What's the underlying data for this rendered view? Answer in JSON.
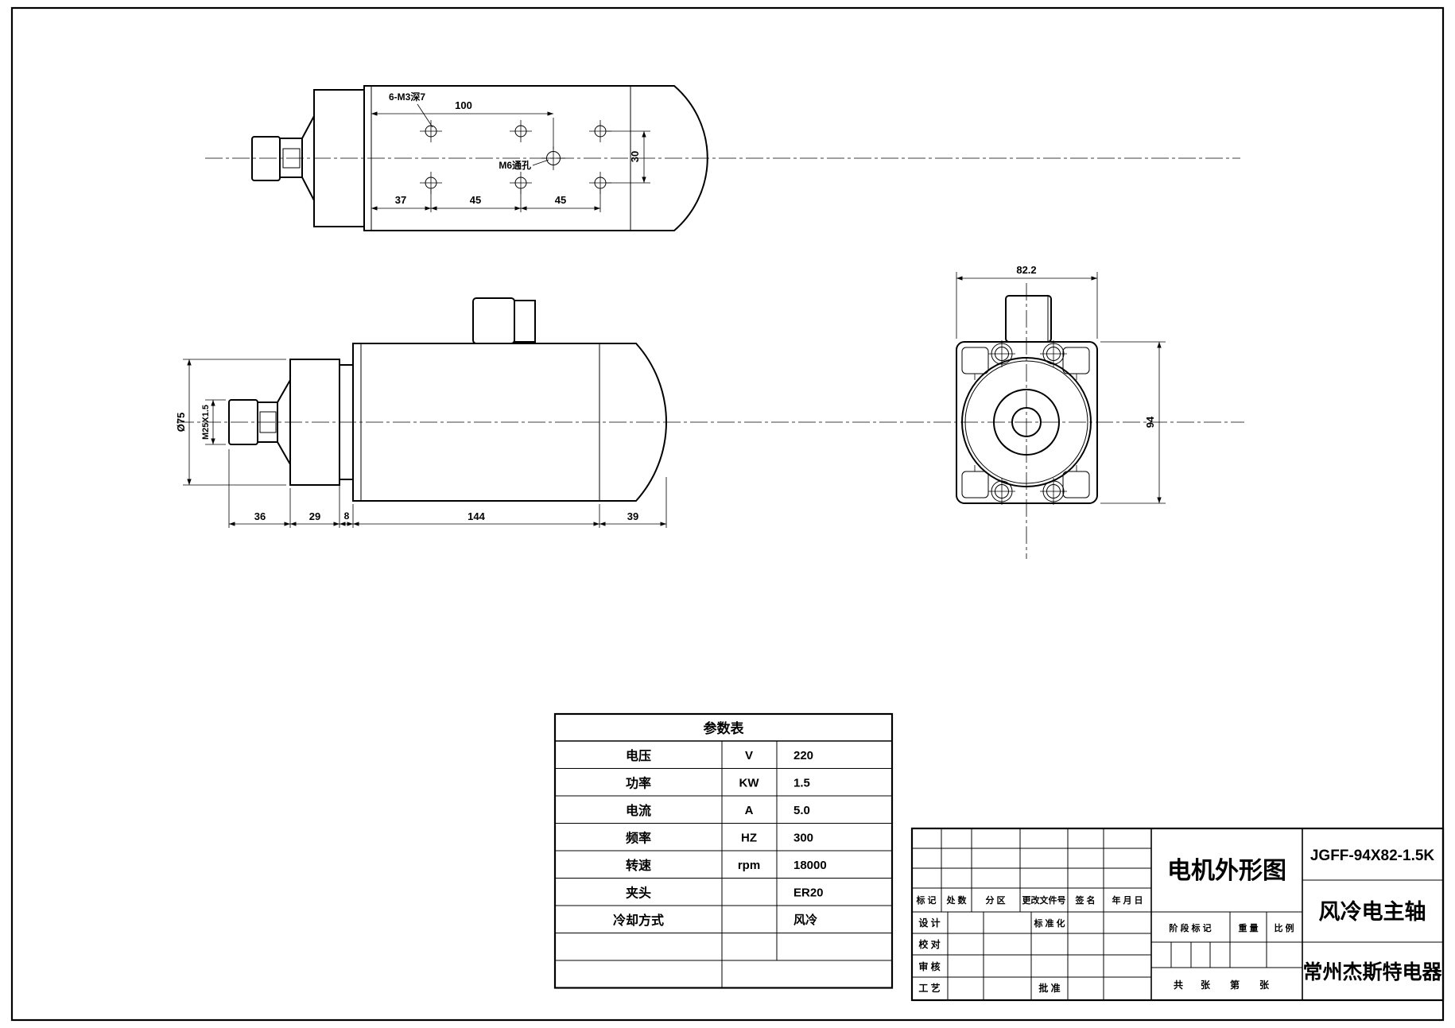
{
  "drawing": {
    "top_view": {
      "hole_note": "6-M3深7",
      "center_hole_note": "M6通孔",
      "dim_100": "100",
      "dim_37": "37",
      "dim_45a": "45",
      "dim_45b": "45",
      "dim_30": "30"
    },
    "side_view": {
      "dim_front_dia": "Ø75",
      "dim_thread": "M25X1.5",
      "dim_36": "36",
      "dim_29": "29",
      "dim_8": "8",
      "dim_144": "144",
      "dim_39": "39"
    },
    "front_view": {
      "dim_width": "82.2",
      "dim_height": "94"
    },
    "param_table": {
      "title": "参数表",
      "rows": [
        {
          "name": "电压",
          "unit": "V",
          "value": "220"
        },
        {
          "name": "功率",
          "unit": "KW",
          "value": "1.5"
        },
        {
          "name": "电流",
          "unit": "A",
          "value": "5.0"
        },
        {
          "name": "频率",
          "unit": "HZ",
          "value": "300"
        },
        {
          "name": "转速",
          "unit": "rpm",
          "value": "18000"
        },
        {
          "name": "夹头",
          "unit": "",
          "value": "ER20"
        },
        {
          "name": "冷却方式",
          "unit": "",
          "value": "风冷"
        },
        {
          "name": "",
          "unit": "",
          "value": ""
        },
        {
          "name": "",
          "unit": "",
          "value": ""
        }
      ]
    },
    "title_block": {
      "rev_headers": [
        "标 记",
        "处 数",
        "分  区",
        "更改文件号",
        "签 名",
        "年 月 日"
      ],
      "row_labels": [
        "设 计",
        "校 对",
        "审 核",
        "工 艺"
      ],
      "standardization": "标 准 化",
      "approval": "批 准",
      "stage_mark": "阶 段 标 记",
      "weight": "重 量",
      "scale": "比 例",
      "sheet_total": "共",
      "sheet_unit1": "张",
      "sheet_no": "第",
      "sheet_unit2": "张",
      "drawing_title": "电机外形图",
      "model": "JGFF-94X82-1.5K",
      "product_name": "风冷电主轴",
      "company": "常州杰斯特电器"
    }
  }
}
